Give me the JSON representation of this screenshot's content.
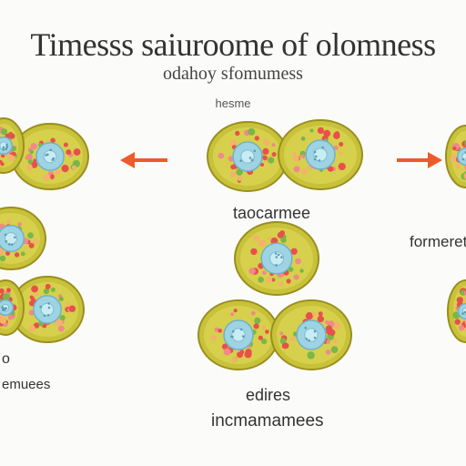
{
  "header": {
    "title": "Timesss saiuroome of olomness",
    "subtitle": "odahoy sfomumess",
    "subtitle2": "hesme"
  },
  "labels": {
    "center_top": "taocarmee",
    "right_mid": "formeret",
    "left_bottom_a": "o",
    "left_bottom_b": "emuees",
    "center_bottom_a": "edires",
    "center_bottom_b": "incmamamees"
  },
  "colors": {
    "cell_fill": "#c8c23a",
    "cell_border": "#9a8f1e",
    "nucleus": "#9ed3e3",
    "dot_red": "#e8504a",
    "dot_pink": "#f08a8a",
    "dot_green": "#7ab648",
    "arrow": "#ee5a2a"
  },
  "icons": [
    "arrow-left-icon",
    "arrow-right-icon"
  ]
}
